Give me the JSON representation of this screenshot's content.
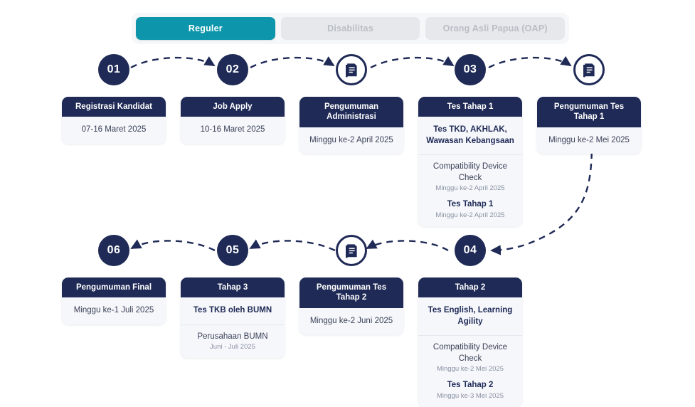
{
  "theme": {
    "navy": "#1f2a56",
    "teal": "#0d96ab",
    "card_body": "#f5f7fb",
    "tabbar_bg": "#f6f7f9",
    "inactive_tab_bg": "#e6e8eb",
    "inactive_tab_text": "#b9bec6"
  },
  "tabs": [
    {
      "label": "Reguler",
      "state": "active"
    },
    {
      "label": "Disabilitas",
      "state": "inactive"
    },
    {
      "label": "Orang Asli Papua (OAP)",
      "state": "inactive"
    }
  ],
  "nodes": [
    {
      "id": "n1",
      "kind": "number",
      "label": "01"
    },
    {
      "id": "n2",
      "kind": "number",
      "label": "02"
    },
    {
      "id": "n3",
      "kind": "document",
      "label": ""
    },
    {
      "id": "n4",
      "kind": "number",
      "label": "03"
    },
    {
      "id": "n5",
      "kind": "document",
      "label": ""
    },
    {
      "id": "n6",
      "kind": "number",
      "label": "04"
    },
    {
      "id": "n7",
      "kind": "document",
      "label": ""
    },
    {
      "id": "n8",
      "kind": "number",
      "label": "05"
    },
    {
      "id": "n9",
      "kind": "number",
      "label": "06"
    }
  ],
  "cards": {
    "registrasi": {
      "title": "Registrasi Kandidat",
      "date": "07-16 Maret 2025"
    },
    "job_apply": {
      "title": "Job Apply",
      "date": "10-16 Maret 2025"
    },
    "pengumuman_admin": {
      "title": "Pengumuman Administrasi",
      "date": "Minggu ke-2 April 2025"
    },
    "tes_tahap_1": {
      "title": "Tes Tahap 1",
      "summary": "Tes TKD, AKHLAK, Wawasan Kebangsaan",
      "items": [
        {
          "name": "Compatibility Device Check",
          "date": "Minggu ke-2 April 2025",
          "bold": false
        },
        {
          "name": "Tes Tahap 1",
          "date": "Minggu ke-2 April 2025",
          "bold": true
        }
      ]
    },
    "pengumuman_tes_1": {
      "title": "Pengumuman Tes Tahap 1",
      "date": "Minggu ke-2 Mei 2025"
    },
    "tahap_2": {
      "title": "Tahap 2",
      "summary": "Tes English, Learning Agility",
      "items": [
        {
          "name": "Compatibility Device Check",
          "date": "Minggu ke-2 Mei 2025",
          "bold": false
        },
        {
          "name": "Tes Tahap 2",
          "date": "Minggu ke-3 Mei 2025",
          "bold": true
        }
      ]
    },
    "pengumuman_tes_2": {
      "title": "Pengumuman Tes Tahap 2",
      "date": "Minggu ke-2 Juni 2025"
    },
    "tahap_3": {
      "title": "Tahap 3",
      "summary": "Tes TKB oleh BUMN",
      "items": [
        {
          "name": "Perusahaan BUMN",
          "date": "Juni - Juli 2025",
          "bold": false
        }
      ]
    },
    "pengumuman_final": {
      "title": "Pengumuman Final",
      "date": "Minggu ke-1 Juli 2025"
    }
  }
}
